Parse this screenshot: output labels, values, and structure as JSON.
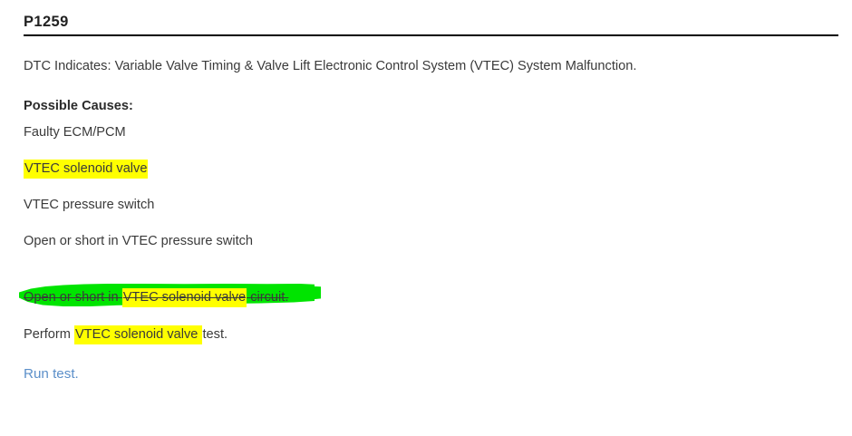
{
  "document": {
    "dtc_code": "P1259",
    "description": "DTC Indicates: Variable Valve Timing & Valve Lift Electronic Control System (VTEC) System Malfunction.",
    "causes_heading": "Possible Causes:",
    "causes": [
      {
        "text": "Faulty ECM/PCM",
        "highlight": "none"
      },
      {
        "text": "VTEC solenoid valve",
        "highlight": "yellow"
      },
      {
        "text": "VTEC pressure switch",
        "highlight": "none"
      },
      {
        "text": "Open or short in VTEC pressure switch",
        "highlight": "none"
      }
    ],
    "struck_cause": {
      "prefix": "Open or short in ",
      "highlighted": "VTEC solenoid valve",
      "suffix": " circuit.",
      "highlight": "green-strikethrough"
    },
    "perform_line": {
      "prefix": "Perform ",
      "highlighted": "VTEC solenoid valve ",
      "suffix": "test.",
      "highlight": "yellow"
    },
    "run_test_link": "Run test."
  },
  "colors": {
    "highlight_yellow": "#ffff00",
    "highlight_green": "#00e400",
    "link_blue": "#5b8fc9",
    "text": "#3a3a3a",
    "rule": "#000000",
    "background": "#ffffff"
  }
}
